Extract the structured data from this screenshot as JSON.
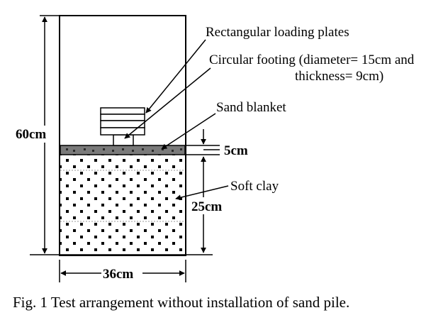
{
  "labels": {
    "plates": "Rectangular loading plates",
    "footing_line1": "Circular footing (diameter= 15cm and",
    "footing_line2": "thickness= 9cm)",
    "sand_blanket": "Sand blanket",
    "soft_clay": "Soft clay"
  },
  "dimensions": {
    "total_height": "60cm",
    "sand_thickness": "5cm",
    "clay_depth": "25cm",
    "tank_width": "36cm"
  },
  "caption": "Fig. 1 Test arrangement without installation of sand pile."
}
